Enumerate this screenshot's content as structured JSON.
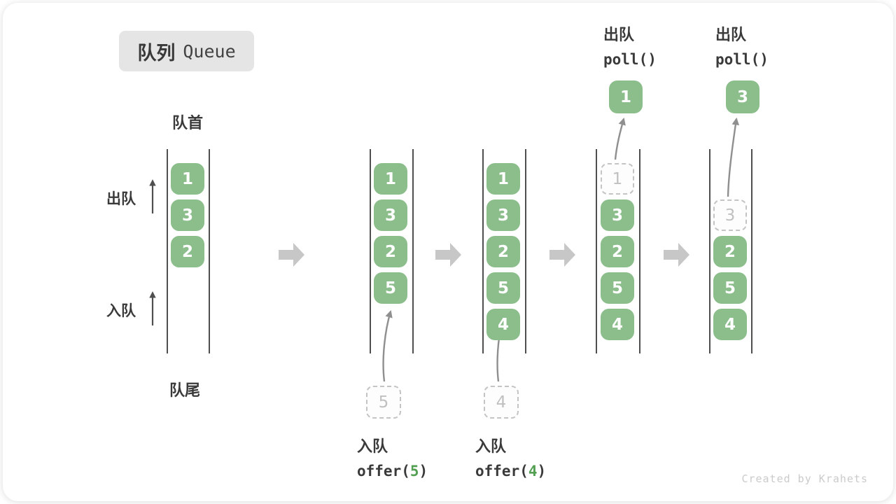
{
  "title": {
    "zh": "队列",
    "en": "Queue"
  },
  "labels": {
    "front": "队首",
    "rear": "队尾",
    "dequeue": "出队",
    "enqueue": "入队"
  },
  "ops": {
    "enq5": {
      "name": "入队",
      "fn": "offer(",
      "arg": "5",
      "close": ")"
    },
    "enq4": {
      "name": "入队",
      "fn": "offer(",
      "arg": "4",
      "close": ")"
    },
    "deq1": {
      "name": "出队",
      "fn": "poll()",
      "value": "1"
    },
    "deq3": {
      "name": "出队",
      "fn": "poll()",
      "value": "3"
    }
  },
  "cells": {
    "c1": [
      "1",
      "3",
      "2"
    ],
    "c2": [
      "1",
      "3",
      "2",
      "5"
    ],
    "c3": [
      "1",
      "3",
      "2",
      "5",
      "4"
    ],
    "c4": [
      "3",
      "2",
      "5",
      "4"
    ],
    "c4_dashed": "1",
    "c5": [
      "2",
      "5",
      "4"
    ],
    "c5_dashed": "3",
    "enq5_value": "5",
    "enq4_value": "4"
  },
  "colors": {
    "green": "#8CBE8C",
    "accent_green": "#53A053",
    "line": "#4f4f4f",
    "muted": "#c4c4c4",
    "block_arrow": "#c7c7c7",
    "curve": "#8f8f8f",
    "text": "#3a3a3a",
    "footer": "#cbcbcb"
  },
  "footer": "Created by Krahets"
}
